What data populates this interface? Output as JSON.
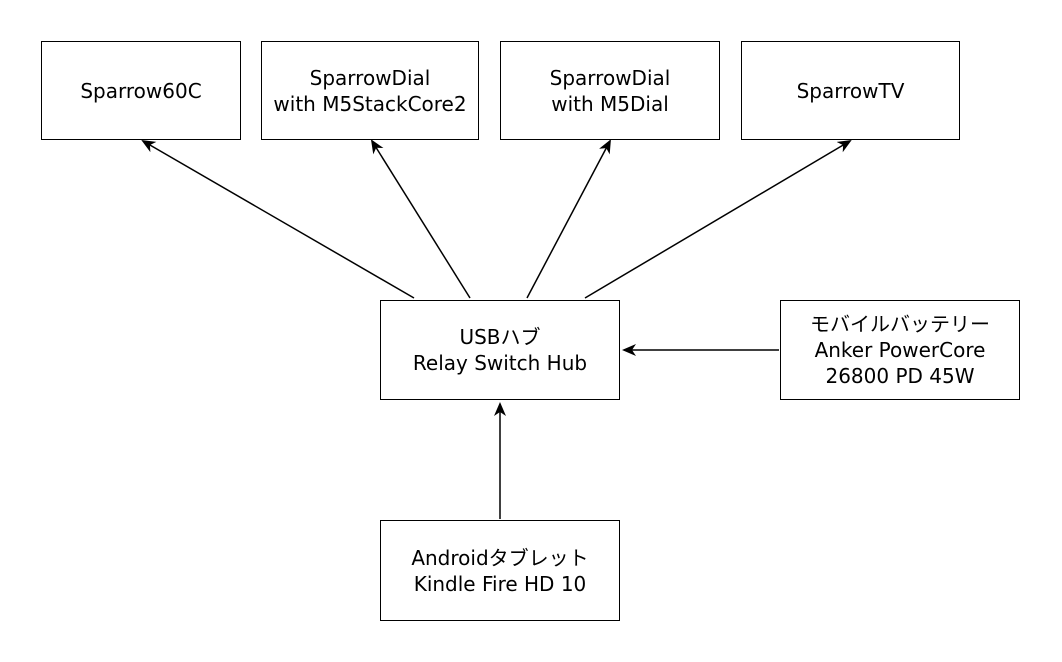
{
  "diagram": {
    "nodes": [
      {
        "id": "sparrow60c",
        "label": "Sparrow60C"
      },
      {
        "id": "sparrowdial-core2",
        "label": "SparrowDial\nwith M5StackCore2"
      },
      {
        "id": "sparrowdial-m5dial",
        "label": "SparrowDial\nwith M5Dial"
      },
      {
        "id": "sparrowtv",
        "label": "SparrowTV"
      },
      {
        "id": "usb-hub",
        "label": "USBハブ\nRelay Switch Hub"
      },
      {
        "id": "battery",
        "label": "モバイルバッテリー\nAnker PowerCore\n26800 PD 45W"
      },
      {
        "id": "tablet",
        "label": "Androidタブレット\nKindle Fire HD 10"
      }
    ],
    "edges": [
      {
        "from": "usb-hub",
        "to": "sparrow60c"
      },
      {
        "from": "usb-hub",
        "to": "sparrowdial-core2"
      },
      {
        "from": "usb-hub",
        "to": "sparrowdial-m5dial"
      },
      {
        "from": "usb-hub",
        "to": "sparrowtv"
      },
      {
        "from": "battery",
        "to": "usb-hub"
      },
      {
        "from": "tablet",
        "to": "usb-hub"
      }
    ],
    "line_color": "#000000",
    "box_border_color": "#000000",
    "background_color": "#ffffff"
  }
}
